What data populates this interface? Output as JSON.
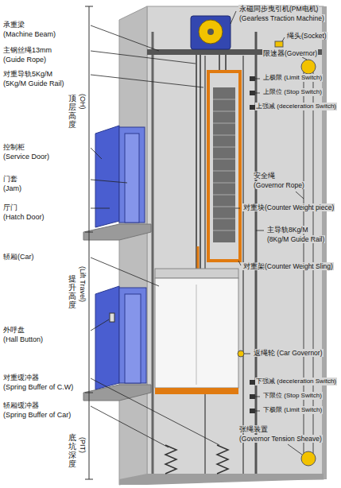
{
  "diagram": {
    "labels": [
      "永磁同步曳引机(PM电机)",
      "(Gearless Traction Machine)",
      "绳头(Socket)",
      "限速器(Governor)",
      "上极限 (Limit Switch)",
      "上限位 (Stop Switch)",
      "上强减 (deceleration Switch)",
      "安全绳",
      "(Governor Rope)",
      "对重块(Counter Weight piece)",
      "主导轨8Kg/M",
      "(8Kg/M Guide Rail)",
      "对重架(Counter Weight Sling)",
      "返绳轮 (Car Governor)",
      "下强减 (deceleration Switch)",
      "下限位 (Stop Switch)",
      "下极限 (Limit Switch)",
      "张绳装置",
      "(Governor Tension Sheave)",
      "承重梁",
      "(Machine Beam)",
      "主钢丝绳13mm",
      "(Guide Rope)",
      "对重导轨5Kg/M",
      "(5Kg/M Guide Rail)",
      "控制柜",
      "(Service Door)",
      "门套",
      "(Jam)",
      "厅门",
      "(Hatch Door)",
      "轿厢(Car)",
      "外呼盘",
      "(Hall Button)",
      "对重缓冲器",
      "(Spring Buffer of C.W)",
      "轿厢缓冲器",
      "(Spring Buffer of Car)",
      "顶层高度",
      "(OH)",
      "提升高度",
      "(Lift Travel)",
      "底坑深度",
      "(PIT)"
    ]
  }
}
